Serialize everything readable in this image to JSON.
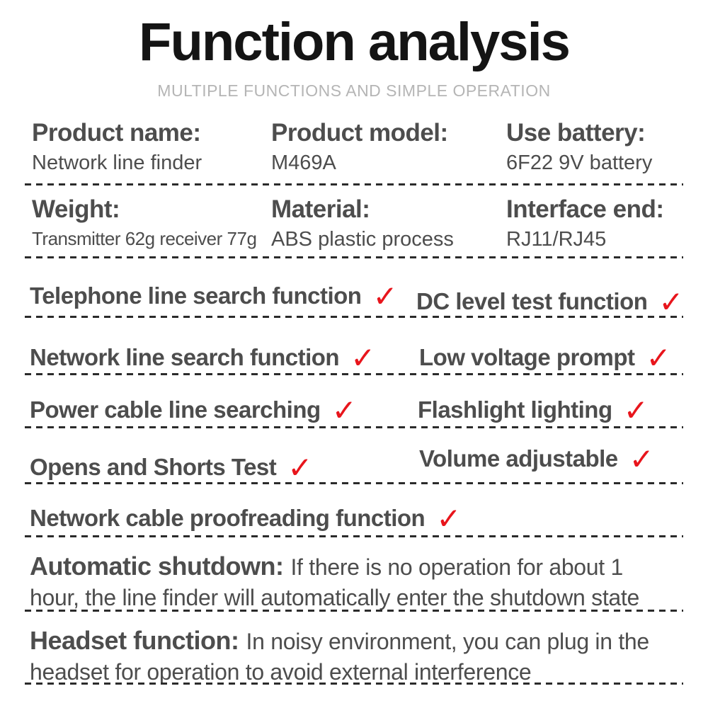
{
  "header": {
    "title": "Function analysis",
    "subtitle": "MULTIPLE FUNCTIONS AND SIMPLE OPERATION"
  },
  "specs": {
    "row1": [
      {
        "label": "Product name:",
        "value": "Network line finder"
      },
      {
        "label": "Product model:",
        "value": "M469A"
      },
      {
        "label": "Use battery:",
        "value": "6F22 9V battery"
      }
    ],
    "row2": [
      {
        "label": "Weight:",
        "value": "Transmitter 62g receiver 77g"
      },
      {
        "label": "Material:",
        "value": "ABS plastic process"
      },
      {
        "label": "Interface end:",
        "value": "RJ11/RJ45"
      }
    ]
  },
  "features": {
    "check_mark": "✓",
    "rows": [
      {
        "left": "Telephone line search function",
        "right": "DC level test function"
      },
      {
        "left": "Network line search function",
        "right": "Low voltage prompt"
      },
      {
        "left": "Power cable line searching",
        "right": "Flashlight lighting"
      },
      {
        "left": "Opens and Shorts Test",
        "right": "Volume adjustable"
      },
      {
        "left": "Network cable proofreading function",
        "right": ""
      }
    ]
  },
  "notes": [
    {
      "label": "Automatic shutdown:",
      "text": "If there is no operation for about 1 hour, the line finder will automatically enter the shutdown state"
    },
    {
      "label": "Headset function:",
      "text": "In noisy environment, you can plug in the headset for operation to avoid external interference"
    }
  ],
  "colors": {
    "title": "#141414",
    "subtitle": "#b5b5b5",
    "body_text": "#4d4d4d",
    "check": "#e8151c",
    "divider": "#2b2b2b",
    "background": "#ffffff"
  }
}
